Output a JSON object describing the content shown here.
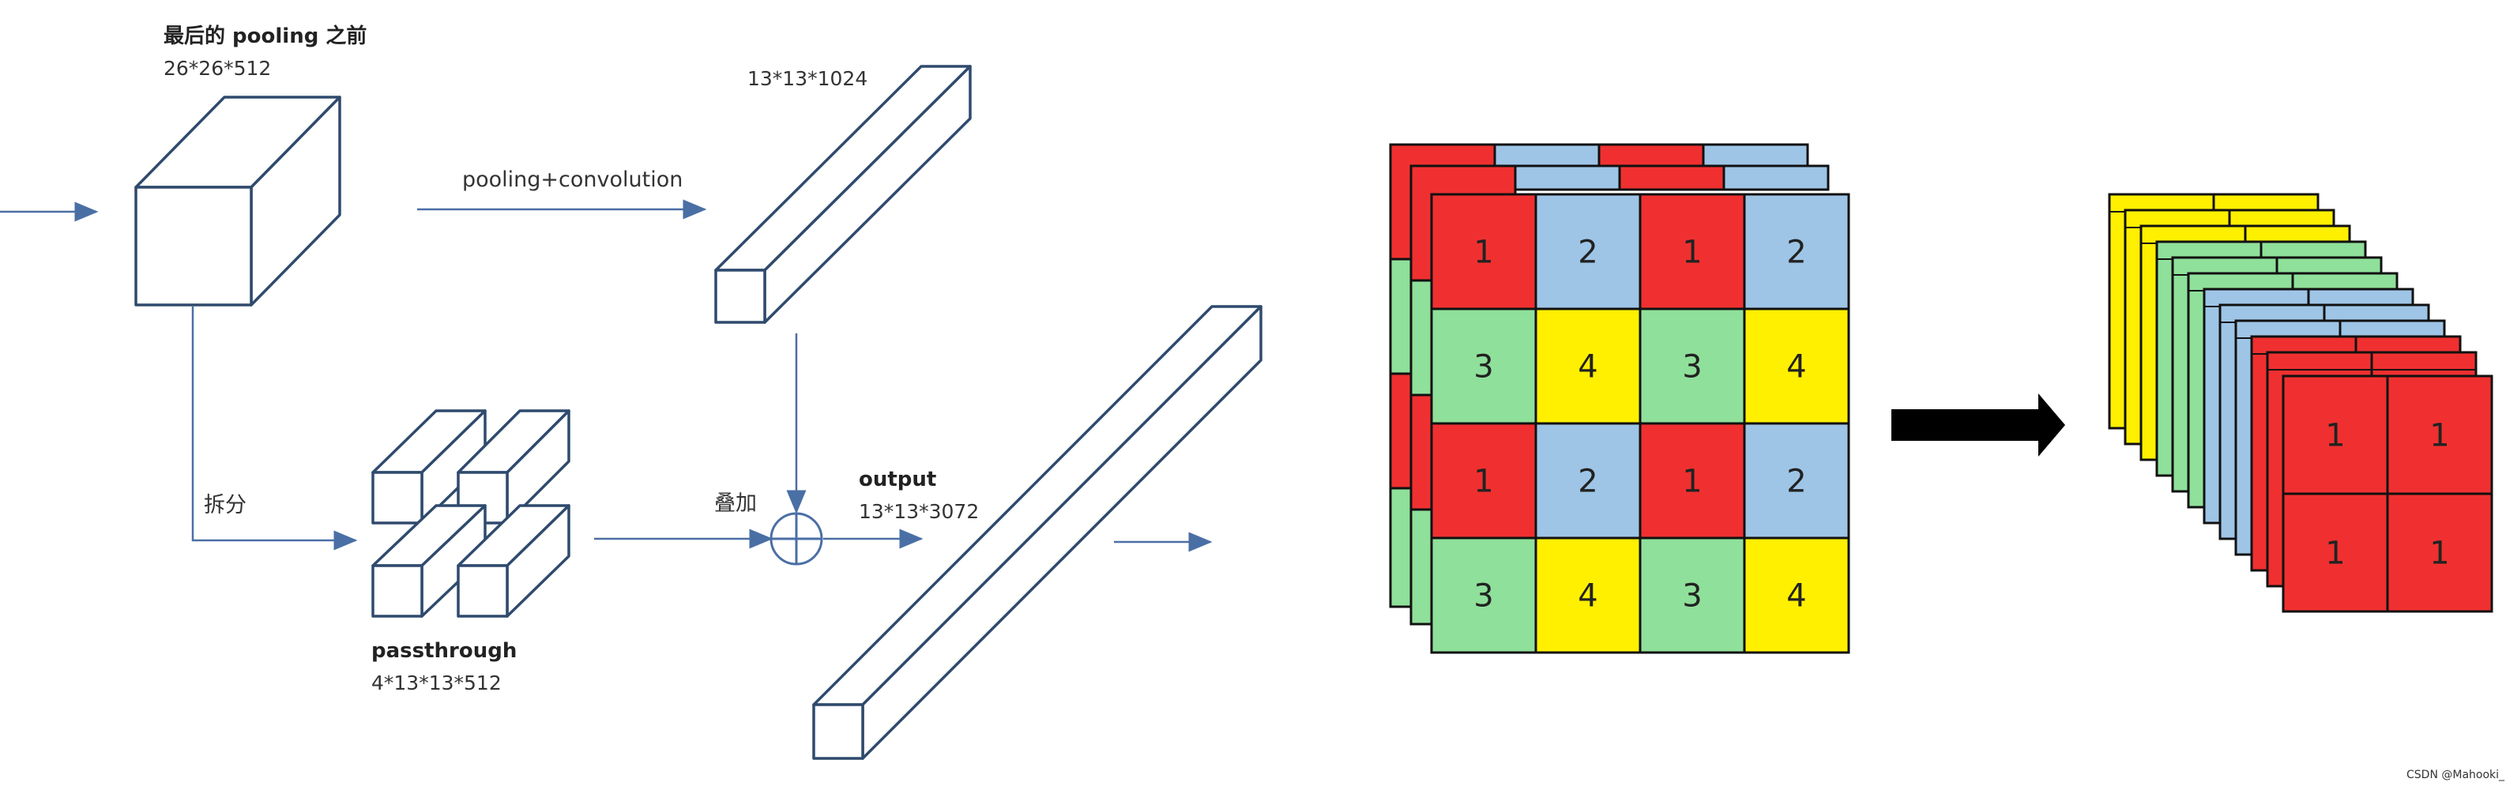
{
  "labels": {
    "last_pooling_title": "最后的 pooling 之前",
    "last_pooling_dims": "26*26*512",
    "pool_conv_dims": "13*13*1024",
    "pool_conv_label": "pooling+convolution",
    "split_label": "拆分",
    "concat_label": "叠加",
    "output_title": "output",
    "output_dims": "13*13*3072",
    "passthrough_title": "passthrough",
    "passthrough_dims": "4*13*13*512",
    "watermark": "CSDN @Mahooki_"
  },
  "grid": {
    "cells": [
      "1",
      "2",
      "1",
      "2",
      "3",
      "4",
      "3",
      "4",
      "1",
      "2",
      "1",
      "2",
      "3",
      "4",
      "3",
      "4"
    ]
  },
  "result": {
    "cells": [
      "1",
      "1",
      "1",
      "1"
    ]
  },
  "colors": {
    "red": "#f03030",
    "blue": "#9ec5e6",
    "green": "#8fe09a",
    "yellow": "#fff000",
    "line": "#2f4a6d",
    "arrow": "#4a6fa5"
  }
}
